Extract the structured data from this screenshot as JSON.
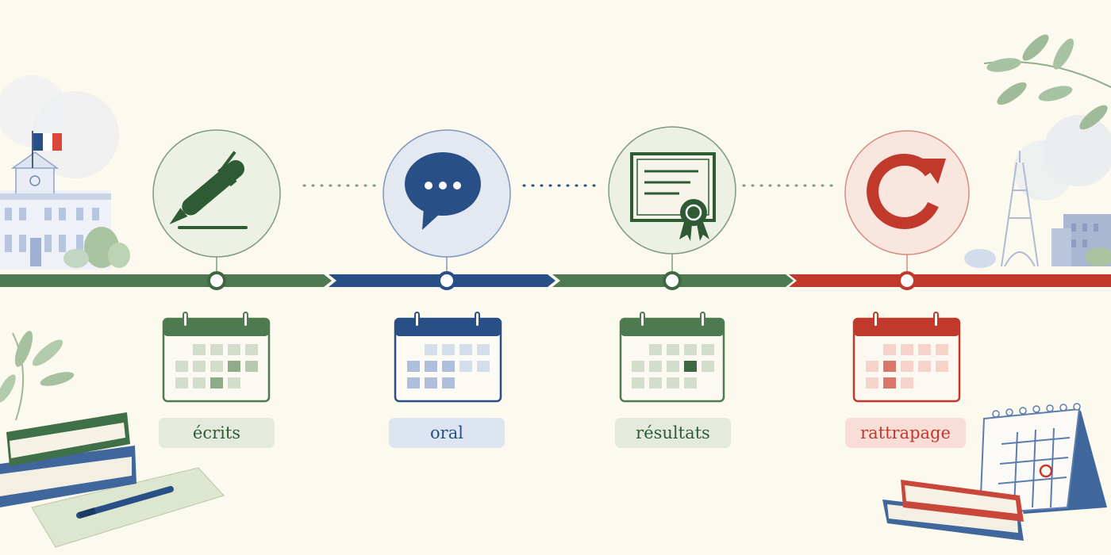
{
  "colors": {
    "background": "#fcf9ee",
    "green": "#4e7a52",
    "dark_green": "#2f5b34",
    "blue": "#284f86",
    "red": "#c0392b",
    "green_soft": "#e3ebdd",
    "blue_soft": "#e2e8f1",
    "red_soft": "#f8dcd6"
  },
  "steps": [
    {
      "label": "écrits",
      "icon": "pen-icon",
      "color": "#4e7a52",
      "text_color": "#2f5b34",
      "pill": "#e4ebdd"
    },
    {
      "label": "oral",
      "icon": "speech-bubble-icon",
      "color": "#284f86",
      "text_color": "#284f86",
      "pill": "#dde5f1"
    },
    {
      "label": "résultats",
      "icon": "diploma-icon",
      "color": "#4e7a52",
      "text_color": "#2f5b34",
      "pill": "#e4ebdd"
    },
    {
      "label": "rattrapage",
      "icon": "retry-arrow-icon",
      "color": "#c0392b",
      "text_color": "#c0392b",
      "pill": "#f9ddd7"
    }
  ]
}
